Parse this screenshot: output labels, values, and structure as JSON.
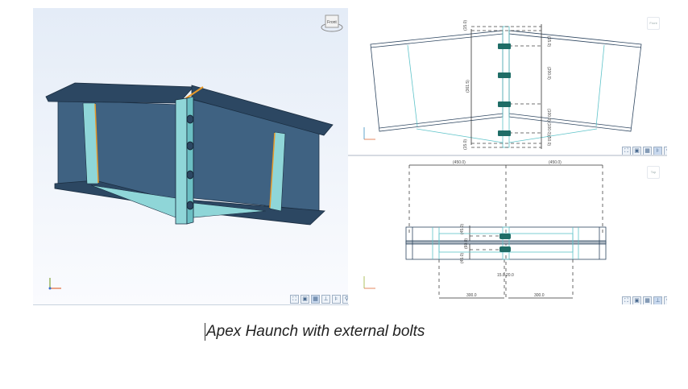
{
  "caption": "Apex Haunch with external bolts",
  "view3d": {
    "cube_label": "Front",
    "toolbar": [
      "fit-icon",
      "view-3d-icon",
      "render-icon",
      "axis-icon",
      "section-icon",
      "zoom-icon",
      "collapse-icon"
    ]
  },
  "front_view": {
    "view_label": "Front",
    "dims": {
      "left_total": "(361.5)",
      "top_offset": "(15.0)",
      "bottom_offset": "(15.0)",
      "right_top": "(15.0)",
      "right_mid": "(200.0)",
      "right_a": "(100.0)",
      "right_b": "(100.0)",
      "right_c": "(50.0)"
    },
    "toolbar": [
      "fit-icon",
      "view-3d-icon",
      "render-icon",
      "section-icon",
      "zoom-icon"
    ]
  },
  "plan_view": {
    "view_label": "Top",
    "dims": {
      "top_left": "(450.0)",
      "top_right": "(450.0)",
      "bottom_left": "300.0",
      "bottom_right": "300.0",
      "gap_left": "15.0",
      "gap_right": "20.0",
      "side_top": "(45.0)",
      "side_mid": "(60.0)",
      "side_bottom": "(45.0)"
    },
    "toolbar": [
      "fit-icon",
      "view-3d-icon",
      "render-icon",
      "axis-icon",
      "zoom-icon"
    ]
  },
  "colors": {
    "steel": "#3e5f7d",
    "steel_top": "#2f4a63",
    "plate": "#7fd0d4",
    "weld": "#e89a2a",
    "line": "#2e4660",
    "cyan": "#5ec3c9",
    "bolt": "#1f6d67"
  }
}
